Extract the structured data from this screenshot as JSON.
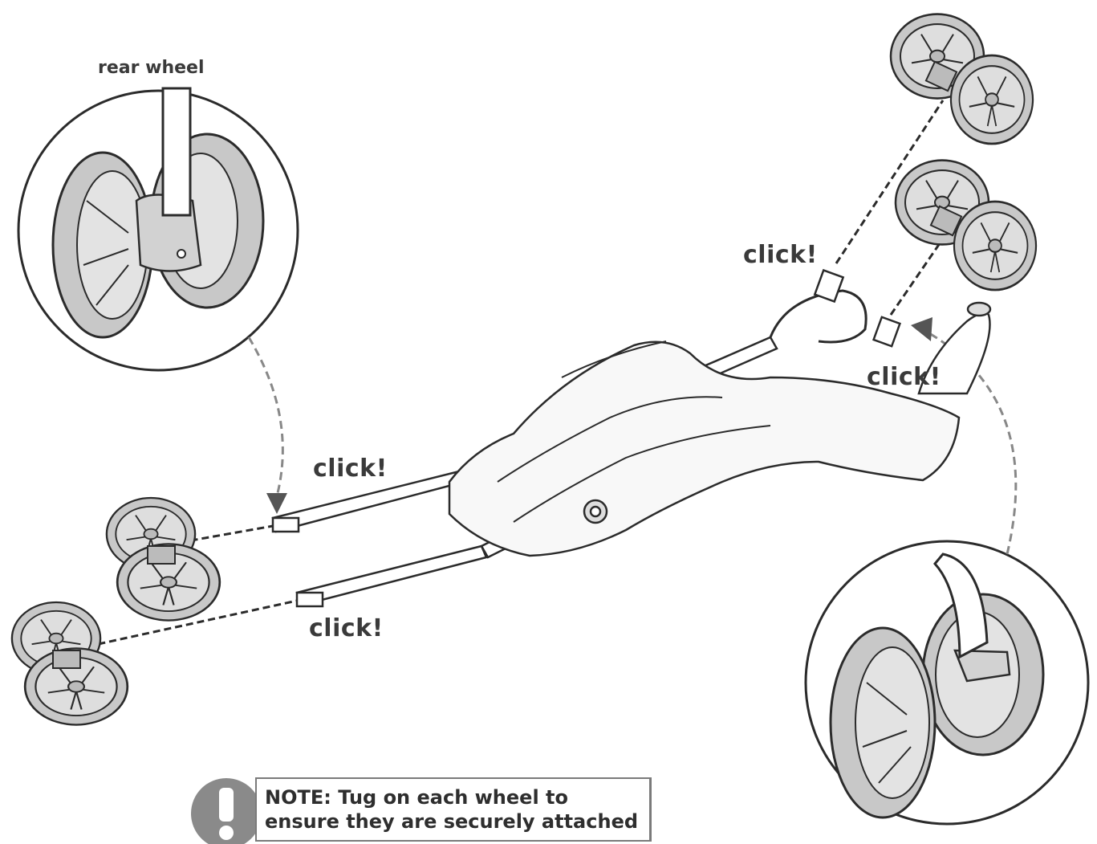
{
  "labels": {
    "rear_wheel": "rear wheel",
    "click_top": "click!",
    "click_right": "click!",
    "click_left_upper": "click!",
    "click_left_lower": "click!"
  },
  "note": {
    "line1": "NOTE: Tug on each wheel to",
    "line2": "ensure they are securely attached",
    "icon": "exclamation-icon"
  },
  "colors": {
    "wheel_fill": "#c8c8c8",
    "hub_fill": "#dedede",
    "outline": "#2b2b2b",
    "dashed_guide": "#888888",
    "text": "#3a3a3a"
  }
}
